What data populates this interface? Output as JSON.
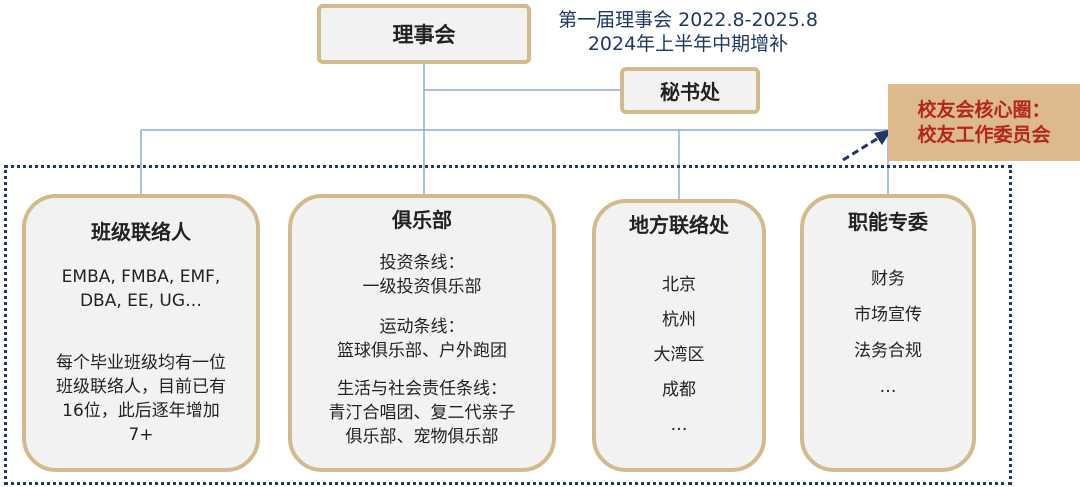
{
  "council": "理事会",
  "term_line1": "第一届理事会 2022.8-2025.8",
  "term_line2": "2024年上半年中期增补",
  "secretariat": "秘书处",
  "core_circle": {
    "line1": "校友会核心圈：",
    "line2": "校友工作委员会"
  },
  "cards": {
    "class_liaison": {
      "title": "班级联络人",
      "programs_line1": "EMBA, FMBA, EMF,",
      "programs_line2": "DBA, EE, UG…",
      "desc_line1": "每个毕业班级均有一位",
      "desc_line2": "班级联络人，目前已有",
      "desc_line3": "16位，此后逐年增加",
      "desc_line4": "7+"
    },
    "clubs": {
      "title": "俱乐部",
      "invest_head": "投资条线：",
      "invest_items": "一级投资俱乐部",
      "sport_head": "运动条线：",
      "sport_items": "篮球俱乐部、户外跑团",
      "life_head": "生活与社会责任条线：",
      "life_items1": "青汀合唱团、复二代亲子",
      "life_items2": "俱乐部、宠物俱乐部"
    },
    "regional": {
      "title": "地方联络处",
      "items": [
        "北京",
        "杭州",
        "大湾区",
        "成都",
        "…"
      ]
    },
    "functional": {
      "title": "职能专委",
      "items": [
        "财务",
        "市场宣传",
        "法务合规",
        "…"
      ]
    }
  },
  "colors": {
    "box_border": "#d4b98a",
    "box_fill": "#f2f2f2",
    "core_fill": "#ddb98e",
    "core_text": "#b3261e",
    "navy": "#1f3864",
    "connector": "#8eaadb"
  }
}
